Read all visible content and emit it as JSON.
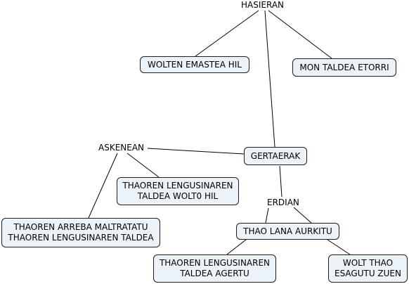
{
  "diagram": {
    "concepts": {
      "hasieran": "HASIERAN",
      "askenean": "ASKENEAN",
      "erdian": "ERDIAN"
    },
    "nodes": {
      "wolten_emastea_hil": "WOLTEN EMASTEA HIL",
      "mon_taldea_etorri": "MON TALDEA ETORRI",
      "gertaerak": "GERTAERAK",
      "thaoren_lengusinaren_taldea_wolt0_hil": "THAOREN LENGUSINAREN\nTALDEA WOLT0 HIL",
      "thaoren_arreba_maltratatu": "THAOREN ARREBA MALTRATATU\nTHAOREN LENGUSINAREN TALDEA",
      "thao_lana_aurkitu": "THAO LANA AURKITU",
      "thaoren_lengusinaren_taldea_agertu": "THAOREN LENGUSINAREN\nTALDEA AGERTU",
      "wolt_thao_esagutu_zuen": "WOLT THAO\nESAGUTU ZUEN"
    },
    "colors": {
      "node_fill": "#ecf3f8",
      "node_border": "#1e1e1e",
      "link": "#000000"
    }
  }
}
